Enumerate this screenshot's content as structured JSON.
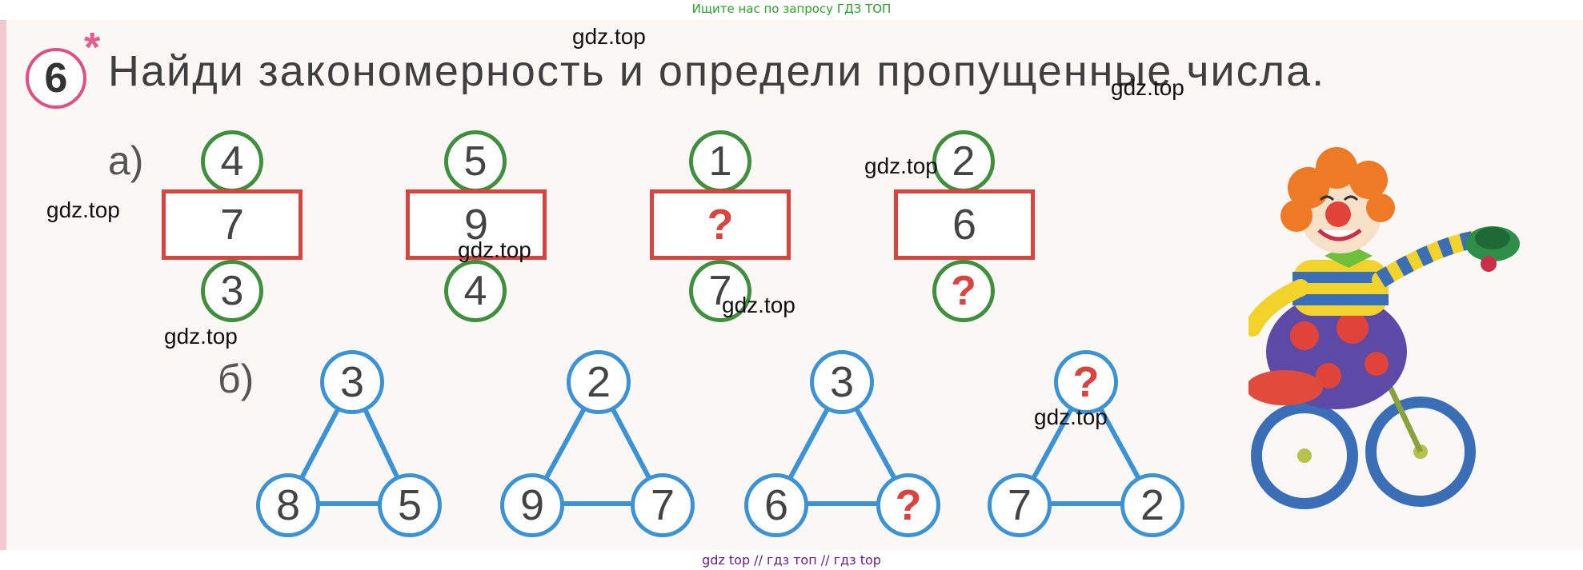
{
  "banners": {
    "top": "Ищите нас по запросу ГДЗ ТОП",
    "bottom": "gdz top  //  гдз топ  //  гдз top"
  },
  "task": {
    "number": "6",
    "star": "*",
    "title": "Найди закономерность и определи пропущенные числа."
  },
  "part_a": {
    "label": "а)",
    "groups": [
      {
        "top": "4",
        "middle": "7",
        "bottom": "3"
      },
      {
        "top": "5",
        "middle": "9",
        "bottom": "4"
      },
      {
        "top": "1",
        "middle": "?",
        "bottom": "7"
      },
      {
        "top": "2",
        "middle": "6",
        "bottom": "?"
      }
    ]
  },
  "part_b": {
    "label": "б)",
    "triangles": [
      {
        "top": "3",
        "left": "8",
        "right": "5"
      },
      {
        "top": "2",
        "left": "9",
        "right": "7"
      },
      {
        "top": "3",
        "left": "6",
        "right": "?"
      },
      {
        "top": "?",
        "left": "7",
        "right": "2"
      }
    ]
  },
  "watermarks": [
    "gdz.top",
    "gdz.top",
    "gdz.top",
    "gdz.top",
    "gdz.top",
    "gdz.top",
    "gdz.top",
    "gdz.top"
  ],
  "colors": {
    "green": "#3f8f3f",
    "red": "#d9443f",
    "blue": "#3b93d6",
    "pink": "#dd4f86"
  }
}
